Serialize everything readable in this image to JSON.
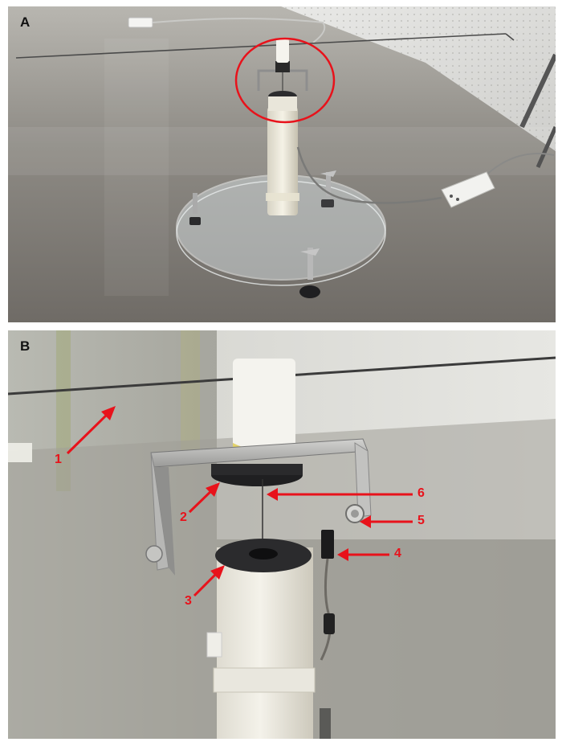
{
  "figure": {
    "panels": [
      {
        "id": "A",
        "label": "A"
      },
      {
        "id": "B",
        "label": "B"
      }
    ],
    "callouts": [
      {
        "label": "1"
      },
      {
        "label": "2"
      },
      {
        "label": "3"
      },
      {
        "label": "4"
      },
      {
        "label": "5"
      },
      {
        "label": "6"
      }
    ]
  },
  "colors": {
    "callout": "#e8121b",
    "highlight_circle": "#e8121b",
    "panel_letter": "#111111"
  }
}
